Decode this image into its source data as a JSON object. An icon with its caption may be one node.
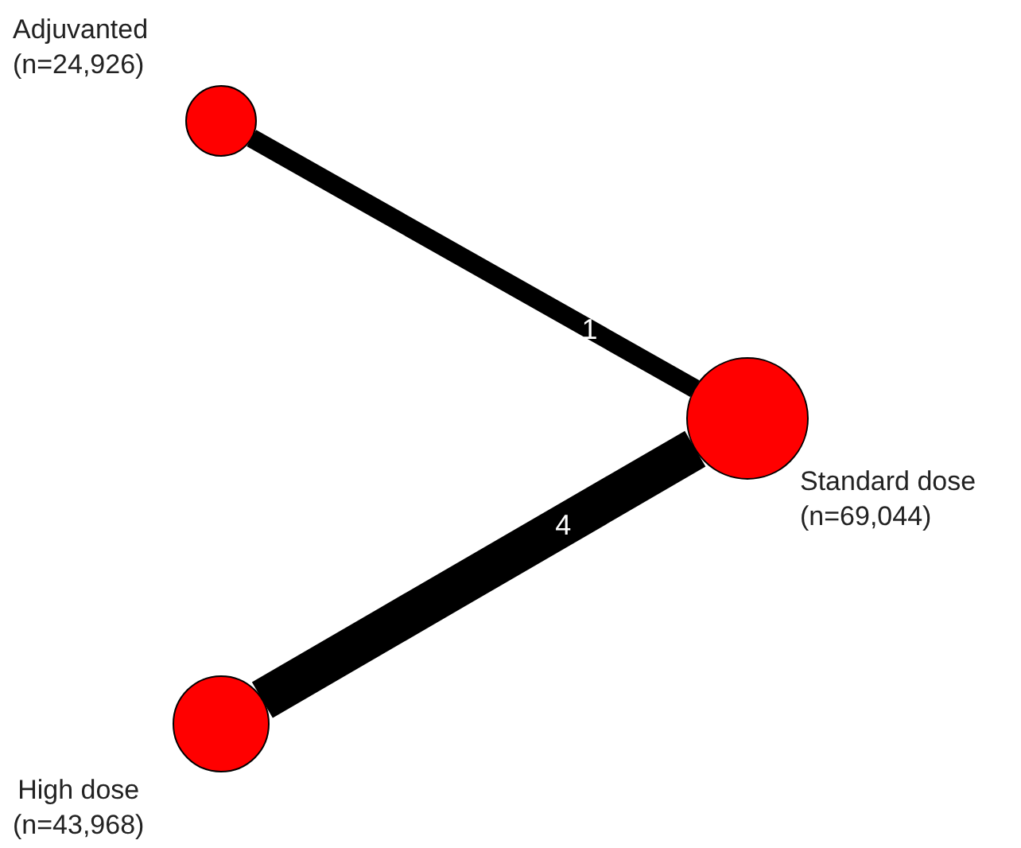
{
  "diagram": {
    "nodes": [
      {
        "text": [],
        "shape": "circle",
        "beside": [
          "Adjuvanted",
          "(n=24,926)"
        ]
      },
      {
        "text": [],
        "shape": "circle",
        "beside": [
          "Standard dose",
          "(n=69,044)"
        ]
      },
      {
        "text": [],
        "shape": "circle",
        "beside": [
          "High dose",
          "(n=43,968)"
        ]
      }
    ],
    "edges": [
      {
        "from": 0,
        "to": 1,
        "arrow": "none",
        "label": "1"
      },
      {
        "from": 2,
        "to": 1,
        "arrow": "none",
        "label": "4",
        "style": "thick"
      }
    ]
  }
}
